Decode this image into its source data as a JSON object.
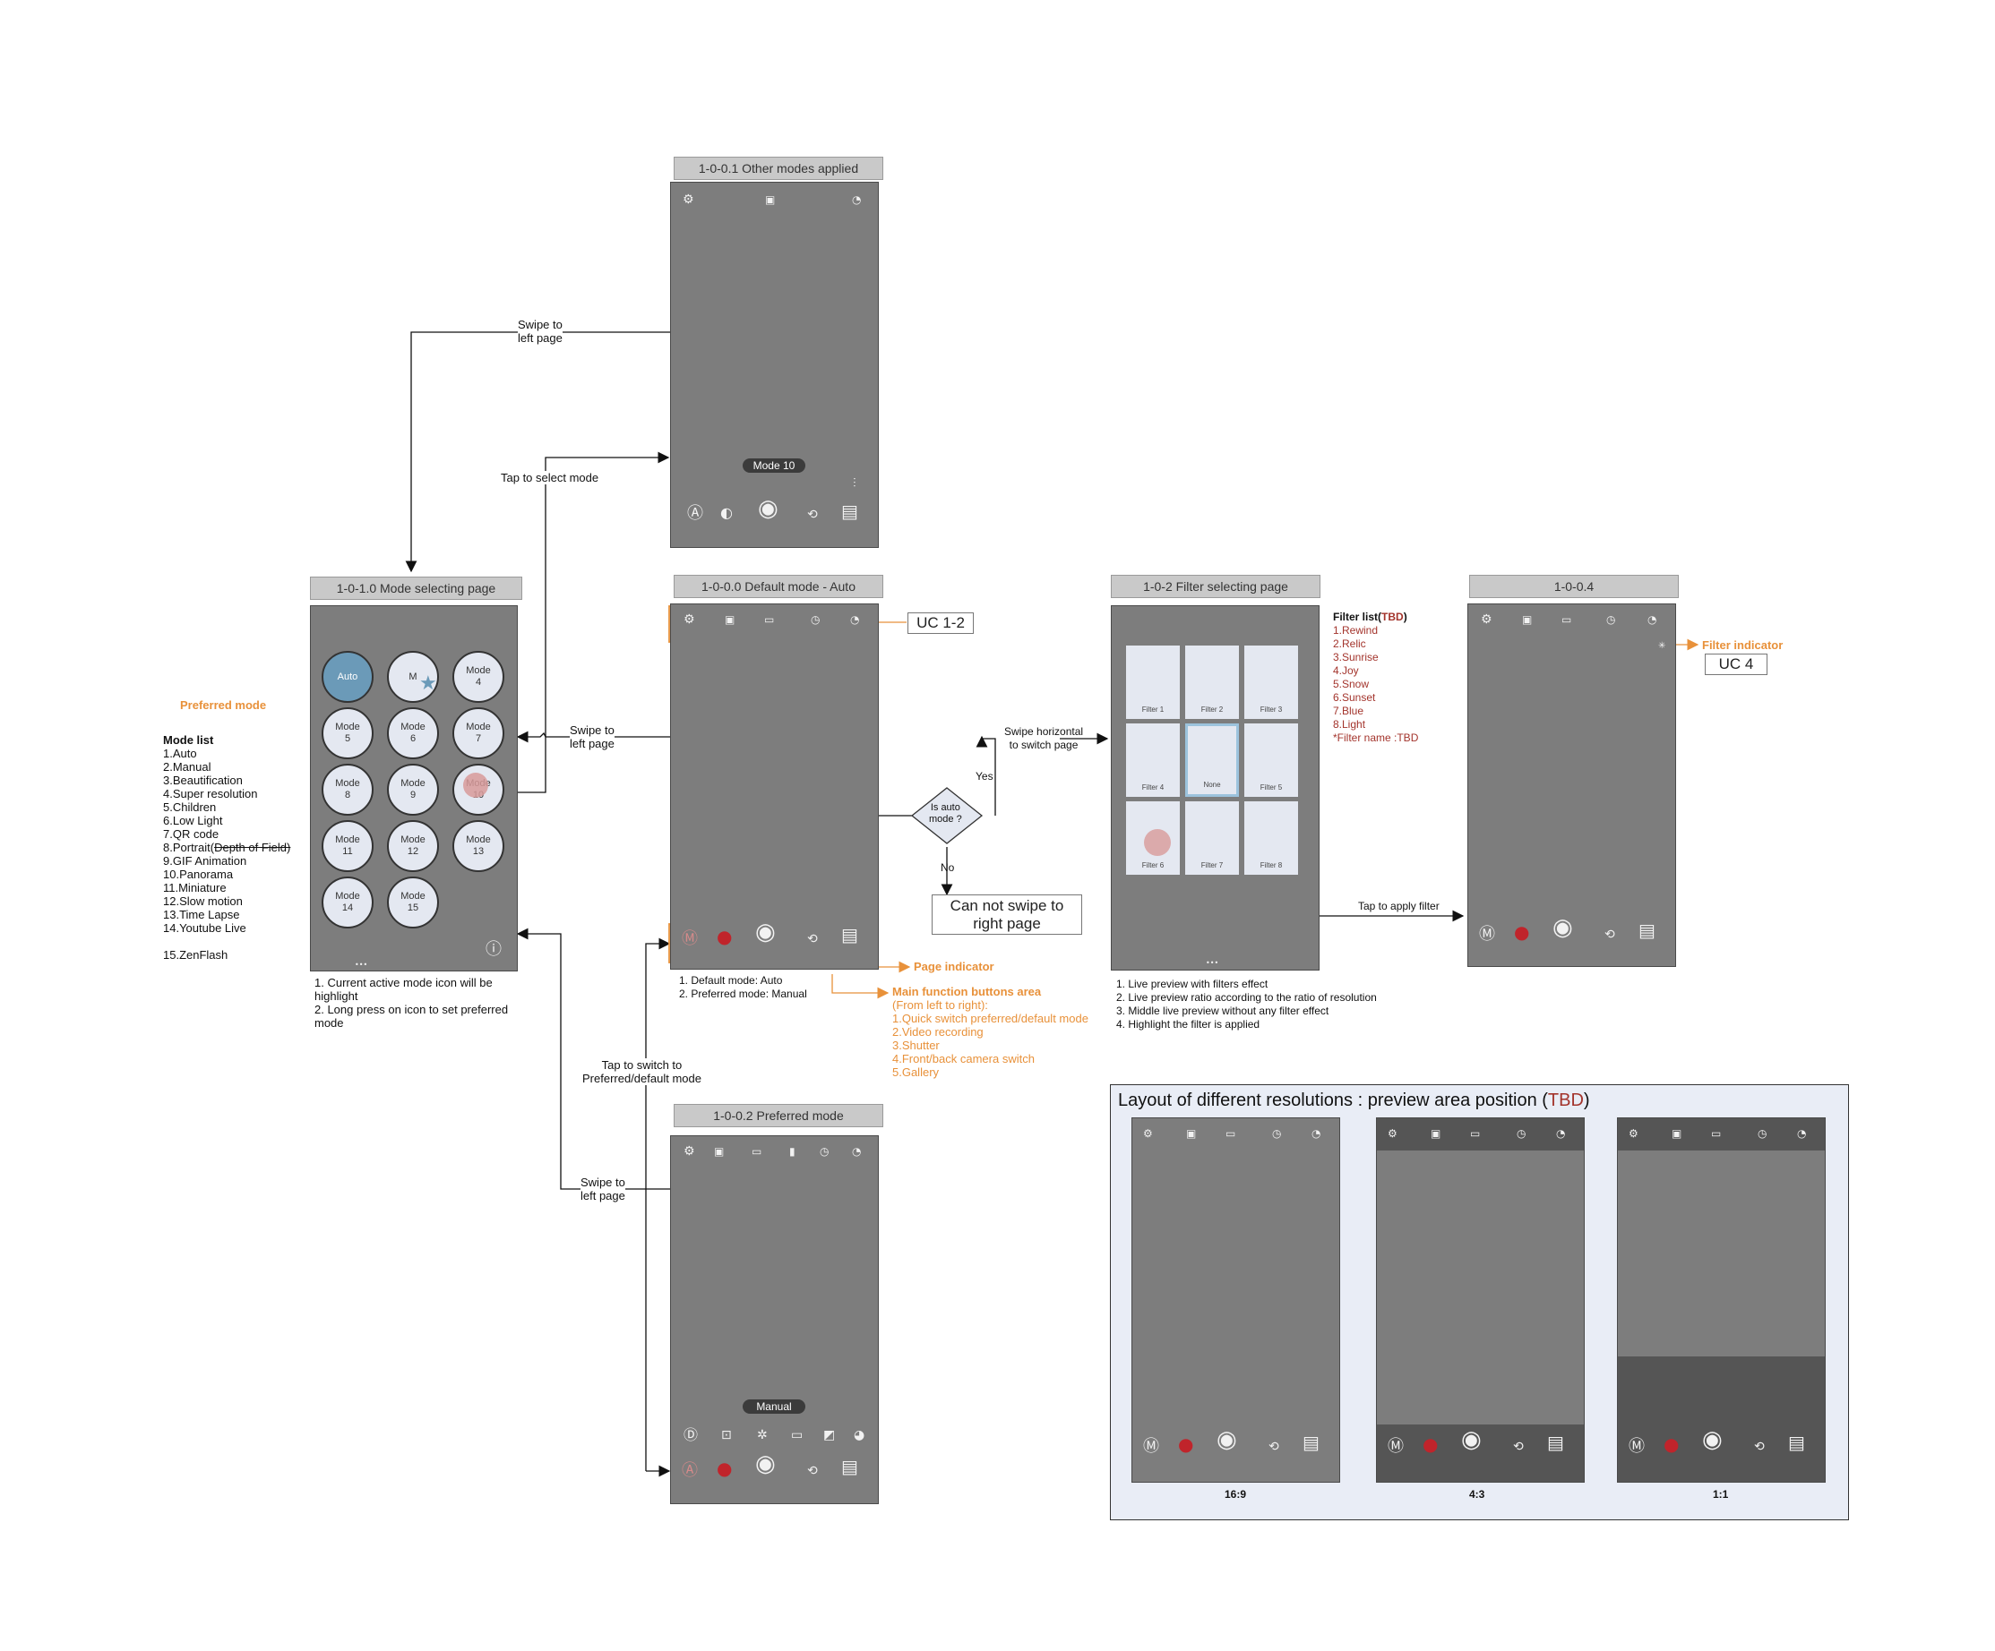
{
  "screens": {
    "other_modes": {
      "header": "1-0-0.1 Other modes applied",
      "badge": "Mode 10"
    },
    "mode_select": {
      "header": "1-0-1.0 Mode selecting page",
      "modes": [
        {
          "label": "Auto"
        },
        {
          "label": "M"
        },
        {
          "label": "Mode\n4"
        },
        {
          "label": "Mode\n5"
        },
        {
          "label": "Mode\n6"
        },
        {
          "label": "Mode\n7"
        },
        {
          "label": "Mode\n8"
        },
        {
          "label": "Mode\n9"
        },
        {
          "label": "Mode\n10"
        },
        {
          "label": "Mode\n11"
        },
        {
          "label": "Mode\n12"
        },
        {
          "label": "Mode\n13"
        },
        {
          "label": "Mode\n14"
        },
        {
          "label": "Mode\n15"
        }
      ],
      "notes": [
        "1. Current active mode icon will be",
        "highlight",
        "2. Long press on icon to set preferred",
        "mode"
      ]
    },
    "default_mode": {
      "header": "1-0-0.0 Default mode - Auto",
      "notes": [
        "1. Default mode: Auto",
        "2. Preferred mode: Manual"
      ]
    },
    "preferred_mode": {
      "header": "1-0-0.2 Preferred mode",
      "badge": "Manual",
      "sub_icons": [
        "Customize",
        "EV",
        "Auto",
        "Bulb",
        "ISO",
        "Effect",
        "Split"
      ]
    },
    "filter_select": {
      "header": "1-0-2 Filter selecting page",
      "filters": [
        "Filter 1",
        "Filter 2",
        "Filter 3",
        "Filter 4",
        "None",
        "Filter 5",
        "Filter 6",
        "Filter 7",
        "Filter 8"
      ],
      "notes": [
        "1. Live preview with filters effect",
        "2. Live preview ratio according to the ratio of resolution",
        "3. Middle live preview without any filter effect",
        "4. Highlight the filter is applied"
      ]
    },
    "filter_applied": {
      "header": "1-0-0.4"
    }
  },
  "mode_list": {
    "title": "Mode list",
    "items": [
      "1.Auto",
      "2.Manual",
      "3.Beautification",
      "4.Super resolution",
      "5.Children",
      "6.Low Light",
      "7.QR code",
      "8.Portrait(",
      "9.GIF Animation",
      "10.Panorama",
      "11.Miniature",
      "12.Slow motion",
      "13.Time Lapse",
      "14.Youtube Live",
      "",
      "15.ZenFlash"
    ],
    "struck": "Depth of Field)"
  },
  "filter_list": {
    "title_prefix": "Filter list(",
    "title_tbd": "TBD",
    "title_suffix": ")",
    "items": [
      "1.Rewind",
      "2.Relic",
      "3.Sunrise",
      "4.Joy",
      "5.Snow",
      "6.Sunset",
      "7.Blue",
      "8.Light",
      "*Filter name :TBD"
    ]
  },
  "arrows": {
    "swipe_left_top": [
      "Swipe to",
      "left page"
    ],
    "tap_select_mode": "Tap to select mode",
    "swipe_left_mid": [
      "Swipe to",
      "left page"
    ],
    "swipe_horizontal": [
      "Swipe horizontal",
      "to switch page"
    ],
    "yes": "Yes",
    "no": "No",
    "decision": [
      "Is auto",
      "mode ?"
    ],
    "cannot_swipe": [
      "Can not swipe to",
      "right page"
    ],
    "tap_apply_filter": "Tap to apply filter",
    "tap_switch": [
      "Tap to switch to",
      "Preferred/default mode"
    ],
    "swipe_left_bottom": [
      "Swipe to",
      "left page"
    ]
  },
  "callouts": {
    "uc12": "UC 1-2",
    "uc4": "UC 4",
    "filter_indicator": "Filter indicator",
    "preferred_mode": "Preferred mode",
    "page_indicator": "Page indicator",
    "main_buttons_title": "Main function buttons area",
    "main_buttons_items": [
      "(From left to right):",
      "1.Quick switch preferred/default mode",
      "2.Video recording",
      "3.Shutter",
      "4.Front/back camera switch",
      "5.Gallery"
    ]
  },
  "resolution_panel": {
    "title_prefix": "Layout of different resolutions : preview area position (",
    "title_tbd": "TBD",
    "title_suffix": ")",
    "ratios": [
      "16:9",
      "4:3",
      "1:1"
    ]
  },
  "colors": {
    "screen": "#7d7d7d",
    "header_bar": "#c9c9c9",
    "accent_orange": "#e8913a",
    "tbd_red": "#a3342c",
    "auto_blue": "#6b9ab8",
    "highlight_pink": "#d89a9a"
  }
}
